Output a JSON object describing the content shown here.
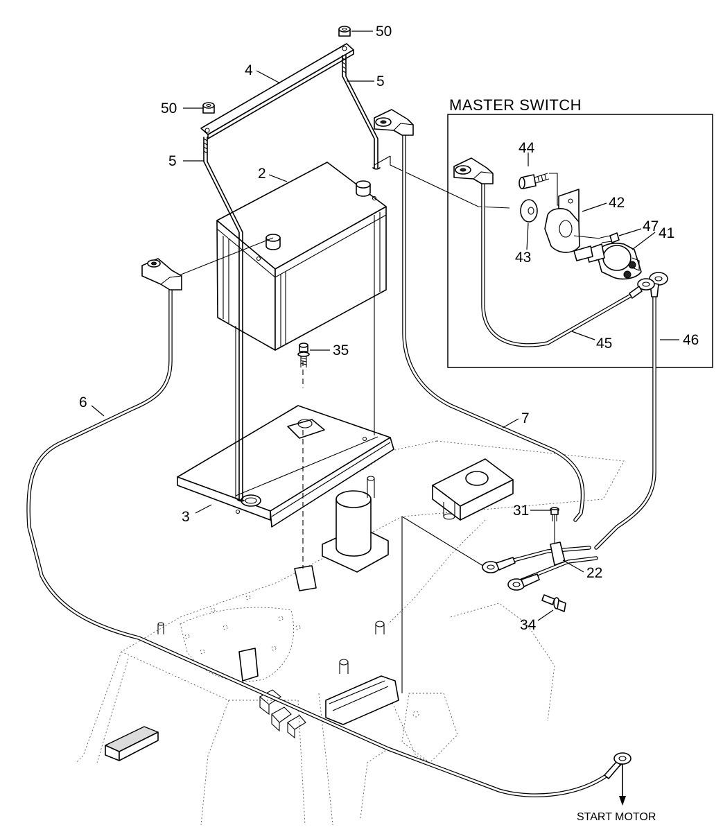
{
  "diagram": {
    "inset_title": "MASTER SWITCH",
    "destination_label": "START MOTOR",
    "callouts": {
      "c50a": "50",
      "c50b": "50",
      "c4": "4",
      "c5a": "5",
      "c5b": "5",
      "c2": "2",
      "c35": "35",
      "c6": "6",
      "c3": "3",
      "c7": "7",
      "c44": "44",
      "c42": "42",
      "c47": "47",
      "c41": "41",
      "c43": "43",
      "c45": "45",
      "c46": "46",
      "c31": "31",
      "c22": "22",
      "c34": "34"
    }
  }
}
